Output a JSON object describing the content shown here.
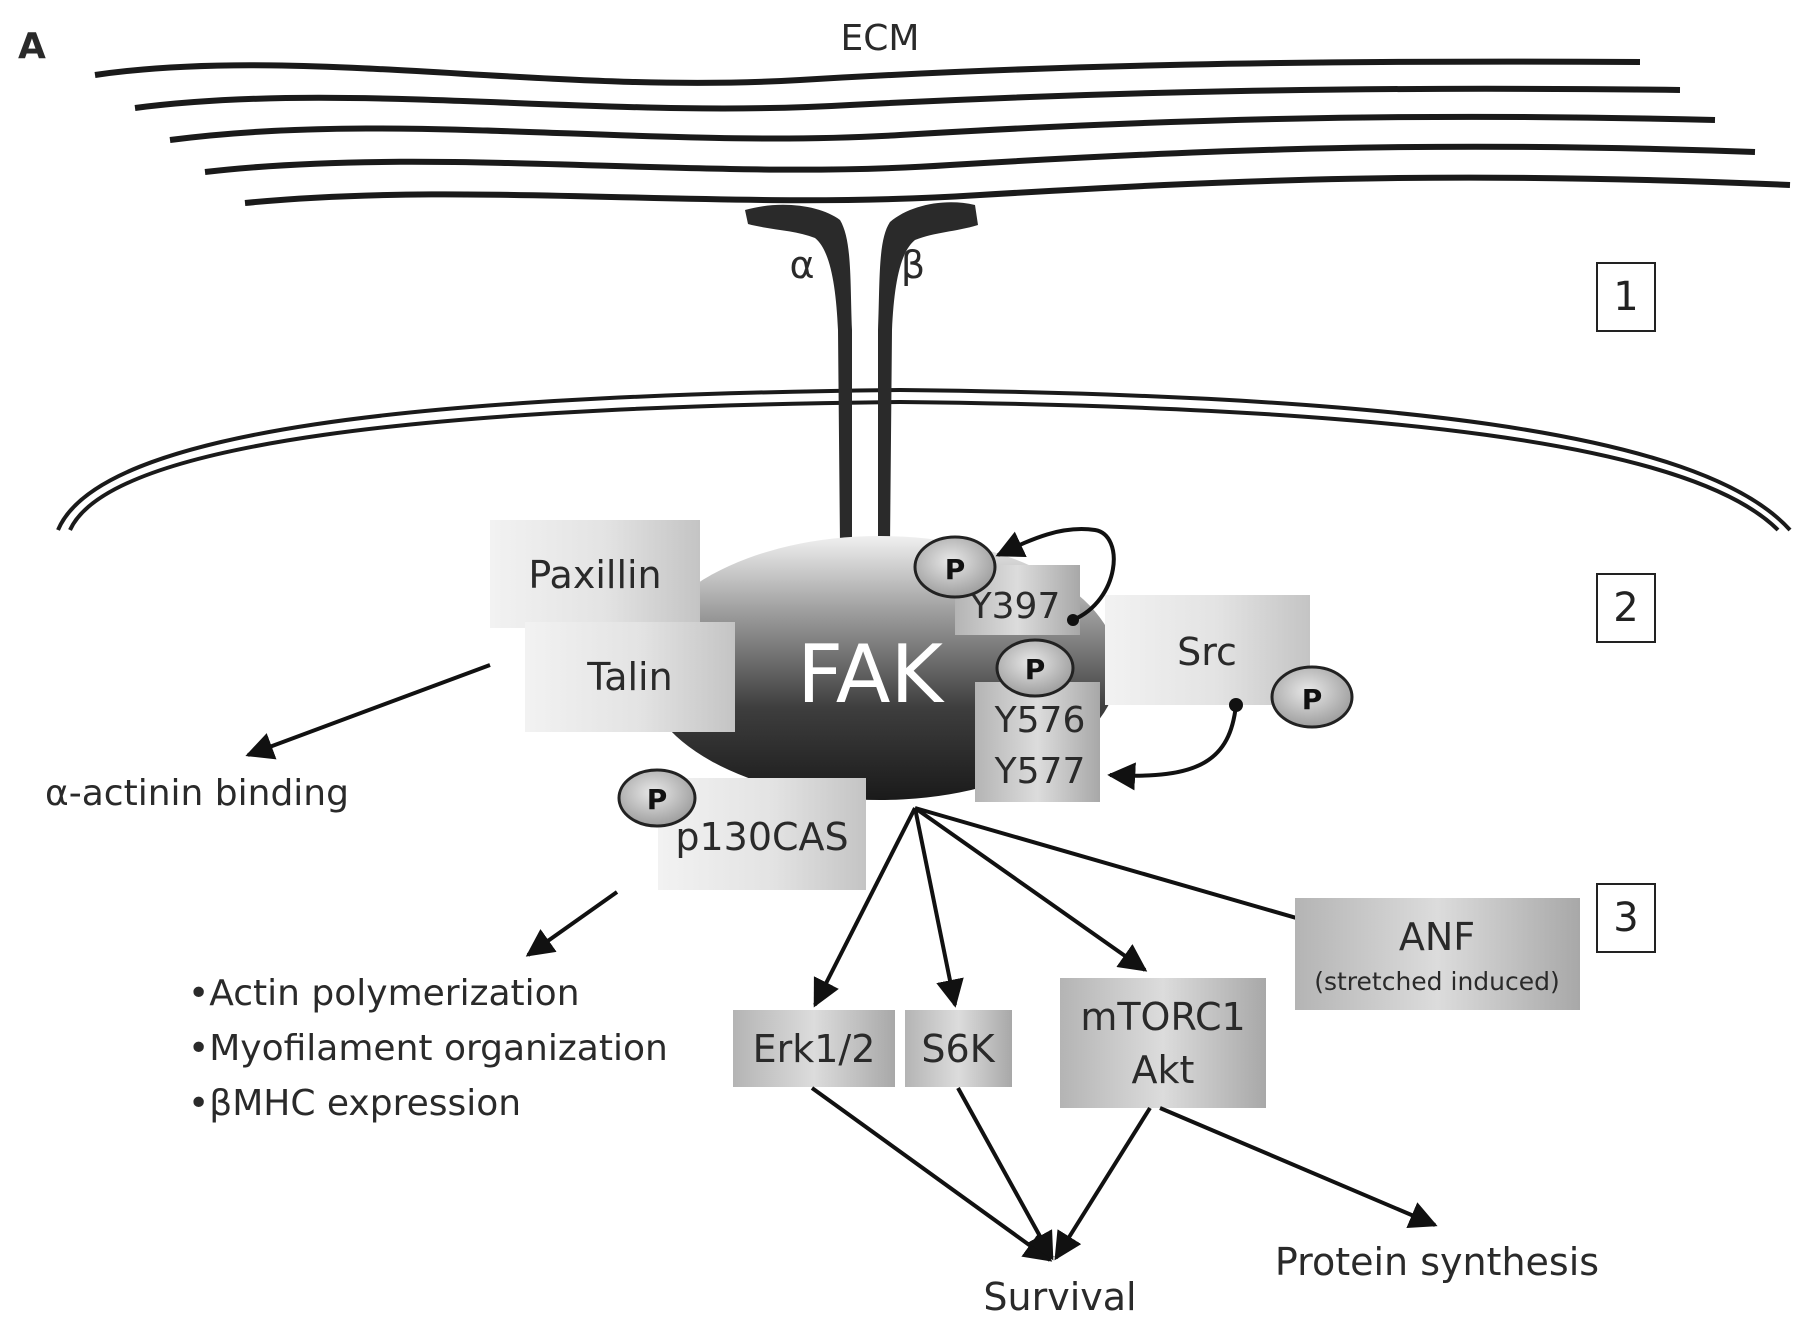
{
  "panel_letter": "A",
  "ecm_label": "ECM",
  "integrin": {
    "alpha": "α",
    "beta": "β"
  },
  "section_numbers": [
    "1",
    "2",
    "3"
  ],
  "fak": {
    "label": "FAK",
    "phospho_symbol": "P",
    "sites": {
      "y397": "Y397",
      "y576": "Y576",
      "y577": "Y577"
    }
  },
  "proteins": {
    "paxillin": "Paxillin",
    "talin": "Talin",
    "src": "Src",
    "p130cas": "p130CAS"
  },
  "outputs": {
    "actinin": "α-actinin binding",
    "bullets": [
      "•Actin polymerization",
      "•Myofilament organization",
      "•βMHC expression"
    ],
    "erk": "Erk1/2",
    "s6k": "S6K",
    "mtorc1": "mTORC1",
    "akt": "Akt",
    "anf": "ANF",
    "anf_note": "(stretched induced)",
    "survival": "Survival",
    "protein_synthesis": "Protein synthesis"
  }
}
